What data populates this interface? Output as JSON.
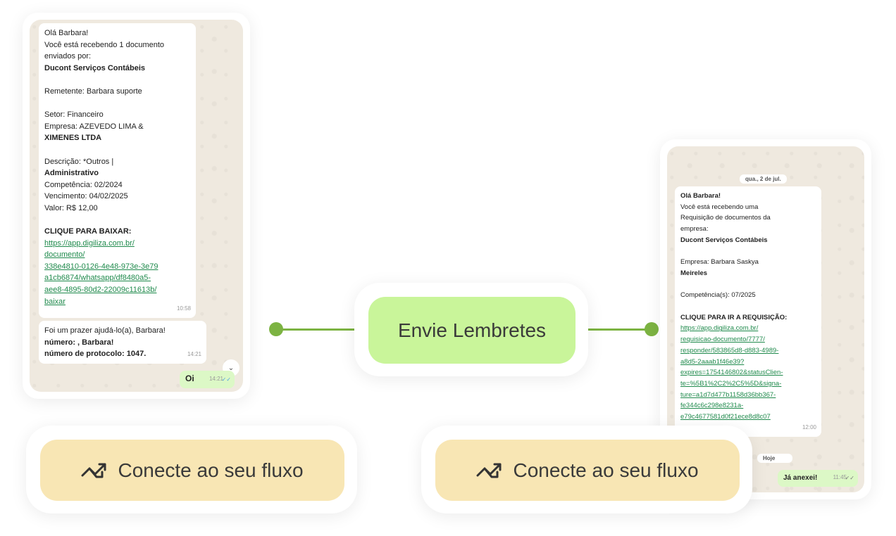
{
  "left_chat": {
    "message1": [
      {
        "t": "Olá Barbara!",
        "s": ""
      },
      {
        "t": "Você está recebendo 1 documento",
        "s": ""
      },
      {
        "t": "enviados por:",
        "s": ""
      },
      {
        "t": "Ducont Serviços Contábeis",
        "s": "b"
      },
      {
        "t": "",
        "s": ""
      },
      {
        "t": "Remetente: Barbara suporte",
        "s": ""
      },
      {
        "t": "",
        "s": ""
      },
      {
        "t": "Setor: Financeiro",
        "s": ""
      },
      {
        "t": "Empresa: AZEVEDO LIMA &",
        "s": ""
      },
      {
        "t": "XIMENES LTDA",
        "s": "b"
      },
      {
        "t": "",
        "s": ""
      },
      {
        "t": "Descrição: *Outros |",
        "s": ""
      },
      {
        "t": "Administrativo",
        "s": "b"
      },
      {
        "t": "Competência: 02/2024",
        "s": ""
      },
      {
        "t": "Vencimento: 04/02/2025",
        "s": ""
      },
      {
        "t": "Valor: R$ 12,00",
        "s": ""
      },
      {
        "t": "",
        "s": ""
      },
      {
        "t": "CLIQUE PARA BAIXAR:",
        "s": "b"
      },
      {
        "t": "https://app.digiliza.com.br/",
        "s": "a"
      },
      {
        "t": "documento/",
        "s": "a"
      },
      {
        "t": "338e4810-0126-4e48-973e-3e79",
        "s": "a"
      },
      {
        "t": "a1cb6874/whatsapp/df8480a5-",
        "s": "a"
      },
      {
        "t": "aee8-4895-80d2-22009c11613b/",
        "s": "a"
      },
      {
        "t": "baixar",
        "s": "a"
      }
    ],
    "message1_time": "10:58",
    "message2": [
      {
        "t": "Foi um prazer ajudá-lo(a), Barbara!",
        "s": ""
      },
      {
        "t": "número: , Barbara!",
        "s": "b"
      },
      {
        "t": "número de protocolo: 1047.",
        "s": "b"
      }
    ],
    "message2_time": "14:21",
    "reply": "Oi",
    "reply_time": "14:21"
  },
  "center": {
    "label": "Envie Lembretes",
    "color": "#c9f59a",
    "line_color": "#7cb342"
  },
  "right_chat": {
    "date_chip": "qua., 2 de jul.",
    "message1": [
      {
        "t": "Olá Barbara!",
        "s": "b"
      },
      {
        "t": "Você está recebendo uma",
        "s": ""
      },
      {
        "t": "Requisição de documentos da",
        "s": ""
      },
      {
        "t": "empresa:",
        "s": ""
      },
      {
        "t": "Ducont Serviços Contábeis",
        "s": "b"
      },
      {
        "t": "",
        "s": ""
      },
      {
        "t": "Empresa: Barbara Saskya",
        "s": ""
      },
      {
        "t": "Meireles",
        "s": "b"
      },
      {
        "t": "",
        "s": ""
      },
      {
        "t": "Competência(s): 07/2025",
        "s": ""
      },
      {
        "t": "",
        "s": ""
      },
      {
        "t": "CLIQUE PARA IR A REQUISIÇÃO:",
        "s": "b"
      },
      {
        "t": "https://app.digiliza.com.br/",
        "s": "a"
      },
      {
        "t": "requisicao-documento/7777/",
        "s": "a"
      },
      {
        "t": "responder/583865d8-d883-4989-",
        "s": "a"
      },
      {
        "t": "a8d5-2aaab1f46e39?",
        "s": "a"
      },
      {
        "t": "expires=1754146802&statusClien-",
        "s": "a"
      },
      {
        "t": "te=%5B1%2C2%2C5%5D&signa-",
        "s": "a"
      },
      {
        "t": "ture=a1d7d477b1158d36bb367-",
        "s": "a"
      },
      {
        "t": "fe344c6c298e8231a-",
        "s": "a"
      },
      {
        "t": "e79c4677581d0f21ece8d8c07",
        "s": "a"
      }
    ],
    "message1_time": "12:00",
    "today_chip": "Hoje",
    "reply": "Já anexei!",
    "reply_time": "11:45"
  },
  "cta_left": {
    "label": "Conecte ao seu fluxo",
    "icon": "trending-arrows-icon",
    "color": "#f8e6b4"
  },
  "cta_right": {
    "label": "Conecte ao seu fluxo",
    "icon": "trending-arrows-icon",
    "color": "#f8e6b4"
  }
}
